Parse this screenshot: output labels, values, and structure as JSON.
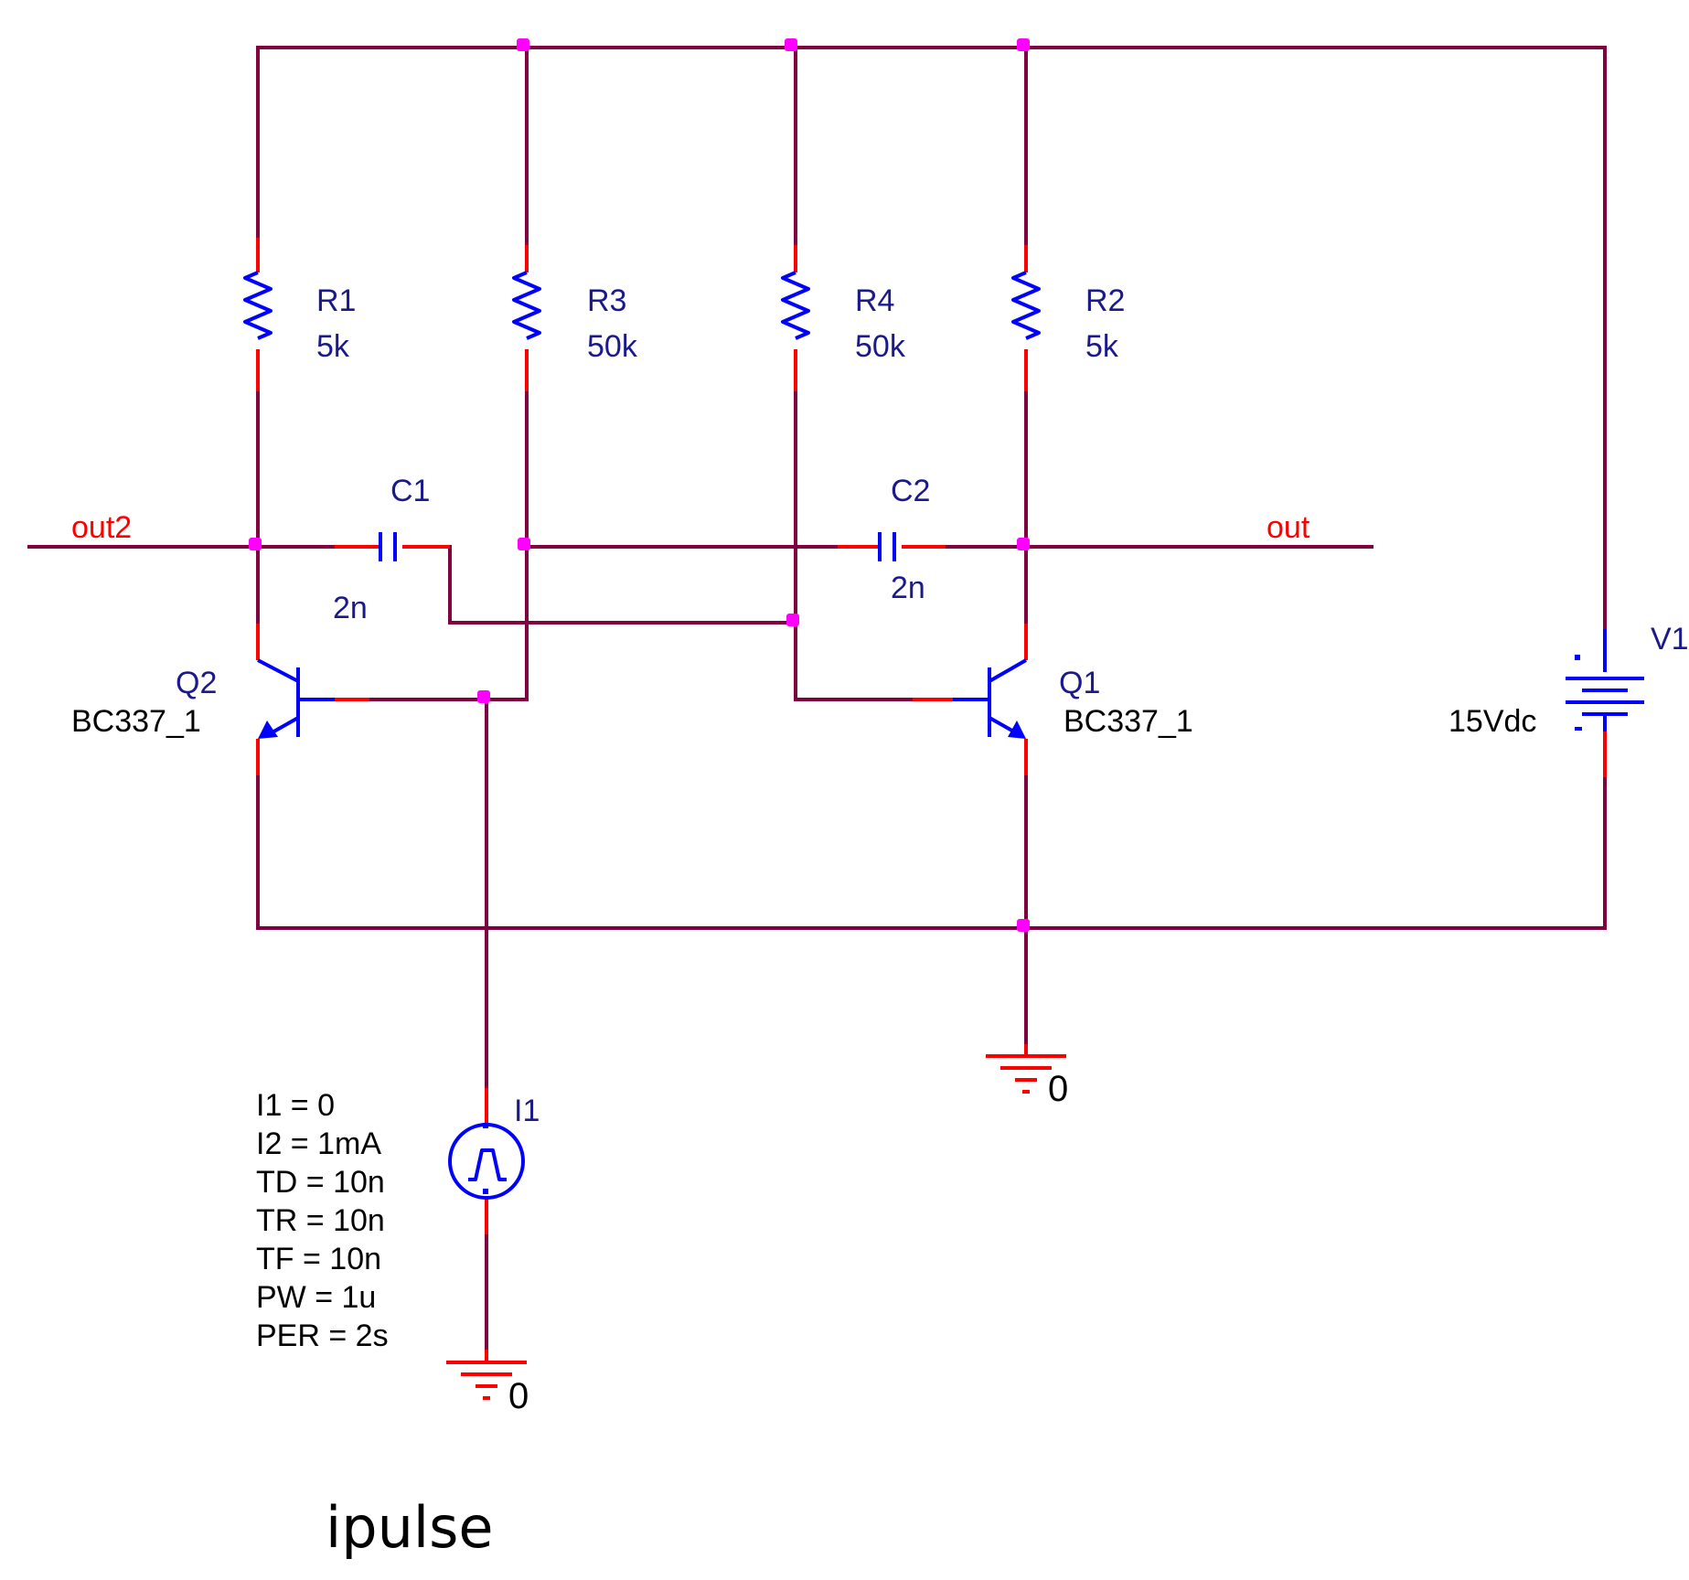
{
  "title": "ipulse",
  "colors": {
    "wire": "#800040",
    "lead": "#ff0000",
    "component": "#0000ff",
    "junction": "#ff00ff",
    "net_label": "#ff0000",
    "ref_label": "#1a1a8c"
  },
  "components": {
    "R1": {
      "ref": "R1",
      "value": "5k"
    },
    "R3": {
      "ref": "R3",
      "value": "50k"
    },
    "R4": {
      "ref": "R4",
      "value": "50k"
    },
    "R2": {
      "ref": "R2",
      "value": "5k"
    },
    "C1": {
      "ref": "C1",
      "value": "2n"
    },
    "C2": {
      "ref": "C2",
      "value": "2n"
    },
    "Q1": {
      "ref": "Q1",
      "model": "BC337_1"
    },
    "Q2": {
      "ref": "Q2",
      "model": "BC337_1"
    },
    "V1": {
      "ref": "V1",
      "value": "15Vdc"
    },
    "I1": {
      "ref": "I1",
      "params": [
        "I1 = 0",
        "I2 = 1mA",
        "TD = 10n",
        "TR = 10n",
        "TF = 10n",
        "PW = 1u",
        "PER = 2s"
      ]
    }
  },
  "nets": {
    "out2": "out2",
    "out": "out",
    "ground1": "0",
    "ground2": "0"
  }
}
